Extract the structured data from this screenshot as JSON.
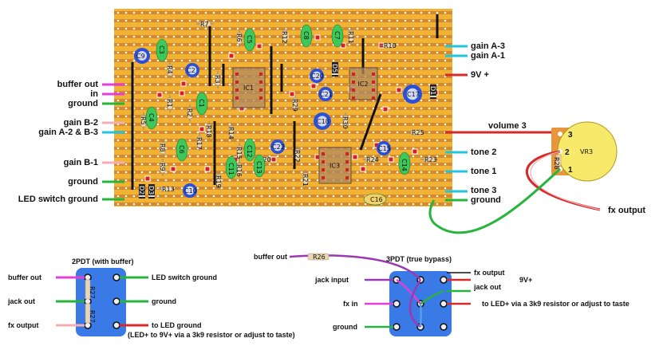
{
  "board_labels_left": [
    "buffer out",
    "in",
    "ground",
    "gain B-2",
    "gain A-2 & B-3",
    "gain B-1",
    "ground",
    "LED switch ground"
  ],
  "board_labels_right": [
    "gain A-3",
    "gain A-1",
    "9V +",
    "volume 3",
    "tone 2",
    "tone 1",
    "tone 3",
    "ground"
  ],
  "pot": {
    "name": "VR3",
    "pins": [
      "3",
      "2",
      "1"
    ],
    "resistor": "R28"
  },
  "fx_output_label": "fx output",
  "components": {
    "resistors": [
      "R7",
      "R6",
      "R12",
      "R11",
      "R10",
      "R4",
      "R3",
      "R1",
      "R2",
      "R5",
      "R8",
      "R9",
      "R29",
      "R30",
      "R25",
      "R18",
      "R17",
      "R14",
      "R15",
      "R16",
      "R19",
      "R20",
      "R22",
      "R21",
      "R23",
      "R24",
      "R13"
    ],
    "capacitors": [
      "C3",
      "C5",
      "C8",
      "C7",
      "C4",
      "C1",
      "C6",
      "C11",
      "C12",
      "C13",
      "C14",
      "C16"
    ],
    "electrolytics": [
      "C9",
      "C2",
      "C20",
      "C21",
      "C17",
      "C18",
      "C22",
      "C15",
      "C10"
    ],
    "ics": [
      "IC1",
      "IC2",
      "IC3"
    ],
    "diodes": [
      "D1",
      "D2",
      "D3",
      "D5"
    ]
  },
  "switch_2pdt": {
    "title": "2PDT (with buffer)",
    "left_labels": [
      "buffer out",
      "jack out",
      "fx output"
    ],
    "right_labels": [
      "LED switch ground",
      "ground",
      "to LED ground"
    ],
    "note": "(LED+ to 9V+ via a 3k9 resistor or adjust to taste)",
    "resistors": [
      "R27",
      "R27"
    ]
  },
  "switch_3pdt": {
    "title": "3PDT (true bypass)",
    "buffer_label": "buffer out",
    "buffer_resistor": "R26",
    "left_labels": [
      "jack input",
      "fx in",
      "ground"
    ],
    "right_labels": [
      "fx output",
      "9V+",
      "jack out",
      "to LED+ via a 3k9 resistor or adjust to taste"
    ]
  },
  "colors": {
    "board": "#f2b233",
    "strip": "#d4892a",
    "wire_pink": "#e33fd6",
    "wire_cyan": "#1fc6dc",
    "wire_green": "#27b43a",
    "wire_red": "#d42a2a",
    "wire_skin": "#f2aeb3",
    "wire_blue": "#5aa0e6",
    "wire_purple": "#9b3ab0",
    "cap_green": "#3cc85a",
    "elco_blue": "#2a4fd8",
    "switch_blue": "#3a7ae6",
    "pot_body": "#f7ea6a",
    "pot_lug": "#e8963a"
  }
}
